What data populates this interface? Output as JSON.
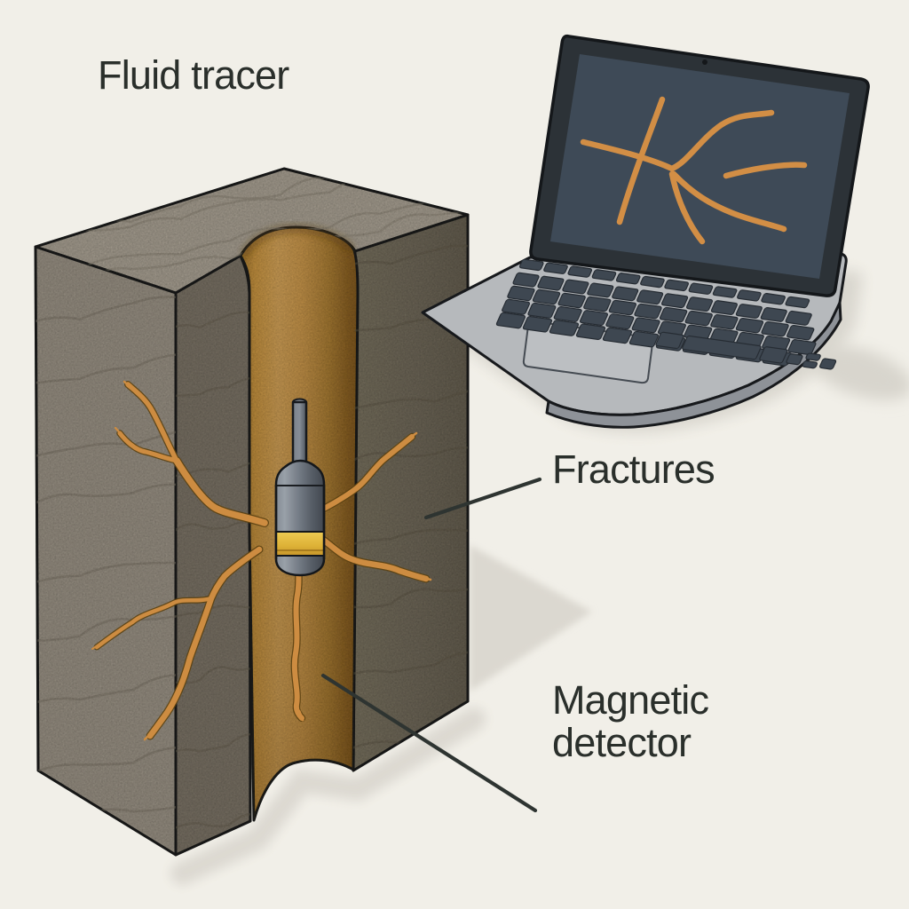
{
  "diagram": {
    "title": "Fluid tracer",
    "labels": {
      "fluid_tracer": "Fluid tracer",
      "fractures": "Fractures",
      "magnetic_detector_line1": "Magnetic",
      "magnetic_detector_line2": "detector"
    },
    "colors": {
      "background": "#f1efe8",
      "label_text": "#2a2f2b",
      "leader_line": "#2e3431",
      "rock_top": "#a9a193",
      "rock_front": "#9a9285",
      "rock_cut_face": "#7b7366",
      "rock_side": "#736c5d",
      "borehole_tan": "#c6954a",
      "fracture_orange": "#cd8c41",
      "fracture_outline": "#5c4212",
      "detector_gray": "#6b727c",
      "detector_band_gold": "#e3b93d",
      "laptop_silver": "#b6b9bc",
      "laptop_edge": "#8e9298",
      "laptop_lid": "#2c3237",
      "laptop_screen": "#3e4a57",
      "screen_fracture": "#d28e45",
      "keyboard_key": "#3e4751",
      "trackpad": "#bcbfc2",
      "ground_shadow": "#dbd8d0"
    }
  }
}
